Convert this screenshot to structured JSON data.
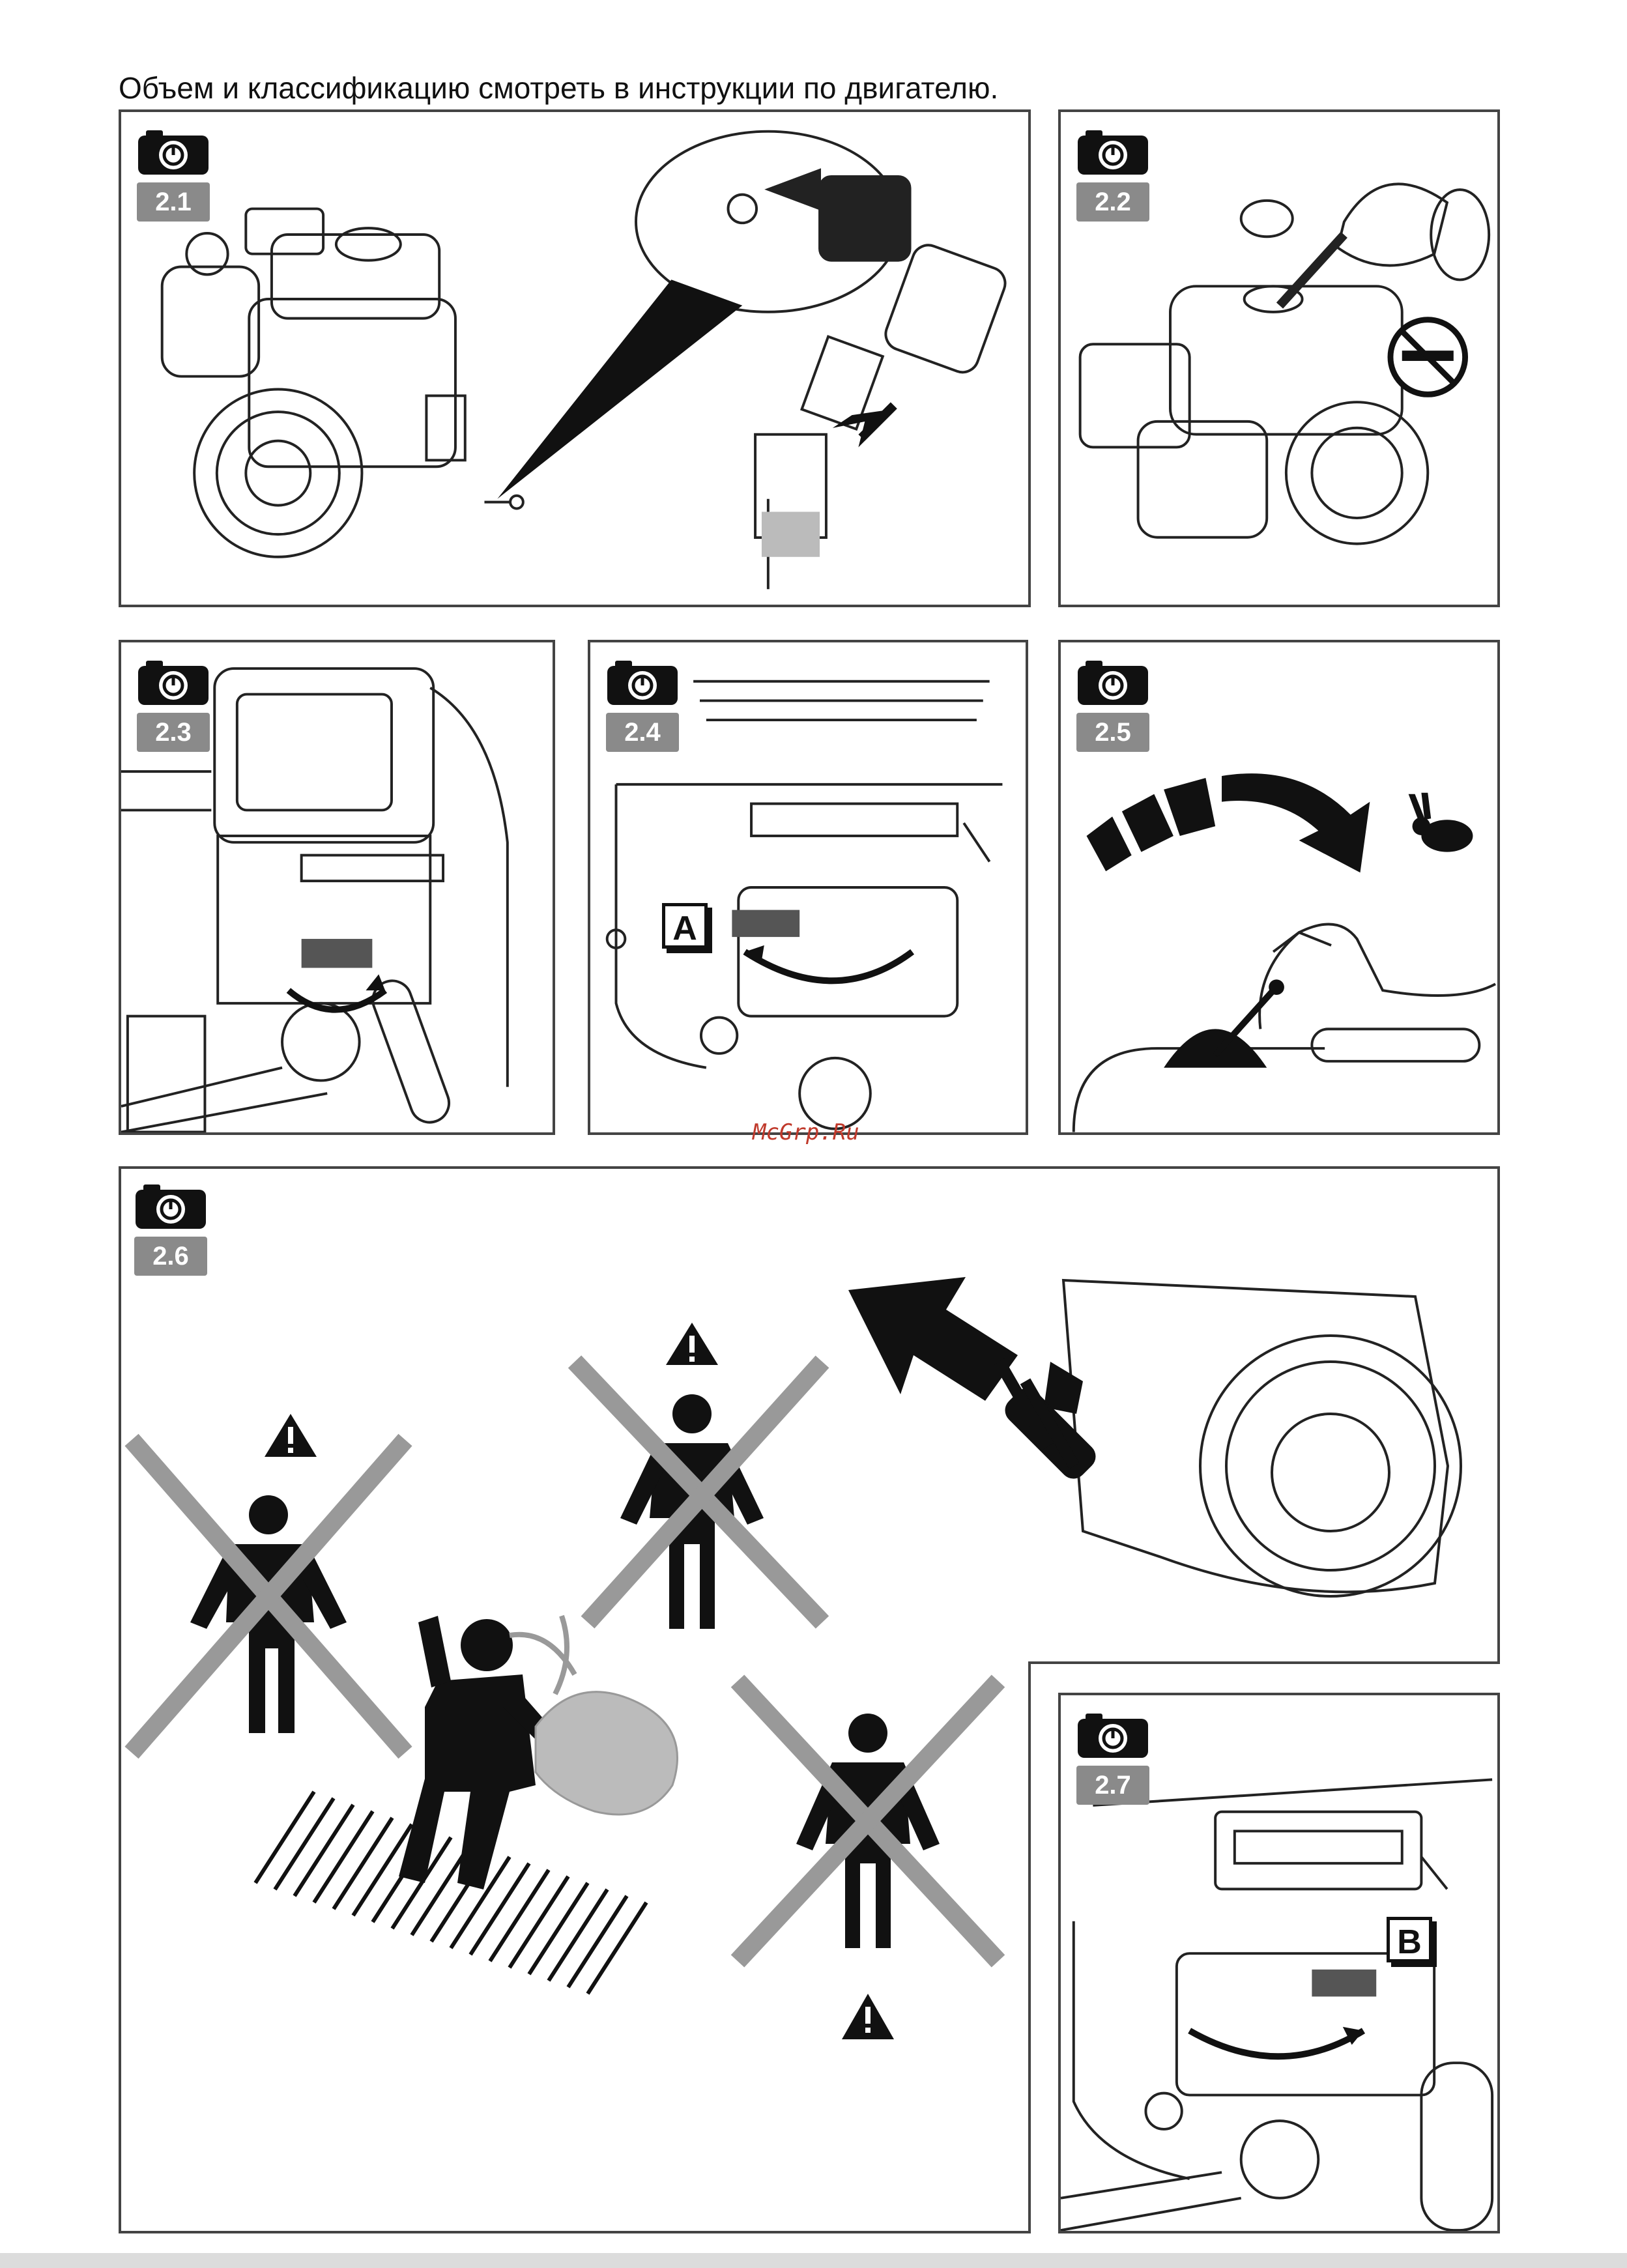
{
  "header_text": "Объем и классификацию смотреть в инструкции по двигателю.",
  "figures": [
    {
      "id": "2.1"
    },
    {
      "id": "2.2"
    },
    {
      "id": "2.3"
    },
    {
      "id": "2.4",
      "callout": "A"
    },
    {
      "id": "2.5"
    },
    {
      "id": "2.6"
    },
    {
      "id": "2.7",
      "callout": "B"
    }
  ],
  "watermark": "McGrp.Ru",
  "icons": [
    "camera-icon",
    "no-smoking-icon",
    "rabbit-icon",
    "warning-icon",
    "cross-out-icon"
  ],
  "colors": {
    "badge": "#8a8a8a",
    "border": "#444444",
    "watermark": "#c0392b"
  }
}
